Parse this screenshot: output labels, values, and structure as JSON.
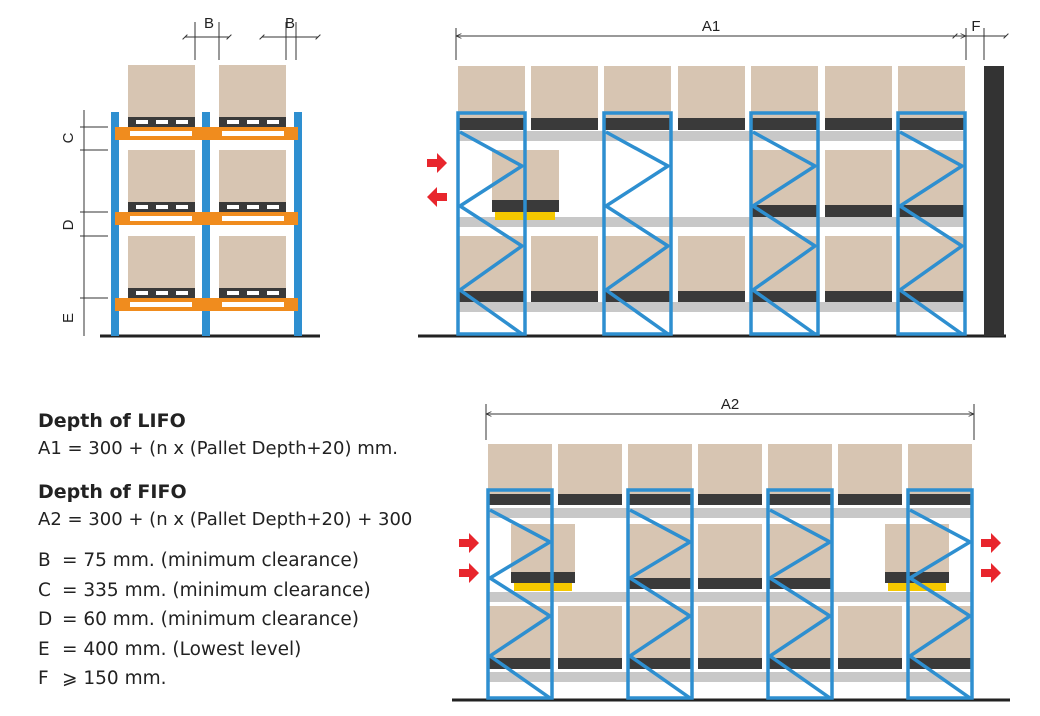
{
  "dimensions": {
    "front_view": {
      "b_label_1": "B",
      "b_label_2": "B",
      "c_label": "C",
      "d_label": "D",
      "e_label": "E"
    },
    "lifo_view": {
      "a1_label": "A1",
      "f_label": "F"
    },
    "fifo_view": {
      "a2_label": "A2"
    }
  },
  "legend": {
    "lifo_heading": "Depth of LIFO",
    "lifo_formula": "A1 = 300 + (n x (Pallet Depth+20) mm.",
    "fifo_heading": "Depth of FIFO",
    "fifo_formula": "A2 = 300 + (n x (Pallet Depth+20) + 300",
    "definitions": [
      {
        "key": "B",
        "value": "= 75 mm. (minimum clearance)"
      },
      {
        "key": "C",
        "value": "= 335 mm. (minimum clearance)"
      },
      {
        "key": "D",
        "value": "= 60 mm. (minimum clearance)"
      },
      {
        "key": "E",
        "value": "= 400 mm. (Lowest level)"
      },
      {
        "key": "F",
        "value": "⩾ 150 mm."
      }
    ]
  },
  "colors": {
    "upright": "#2e8fd0",
    "beam": "#f08c1e",
    "box": "#d7c5b2",
    "pallet": "#3a3a3a",
    "rail": "#c8c8c8",
    "arrow": "#e8262d",
    "wall": "#333333",
    "cart": "#f5c800"
  },
  "icons": [
    "arrow-right-icon",
    "arrow-left-icon"
  ]
}
